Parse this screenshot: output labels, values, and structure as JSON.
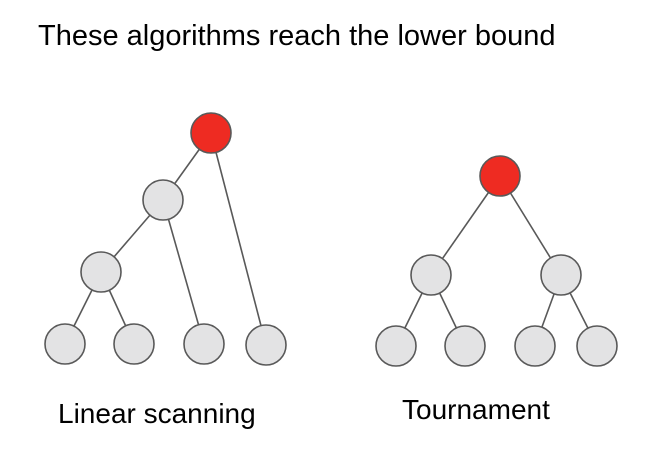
{
  "title": "These algorithms reach the lower bound",
  "colors": {
    "highlight_node": "#ee2b22",
    "plain_node": "#e3e3e4"
  },
  "diagrams": [
    {
      "caption": "Linear scanning",
      "shape": "caterpillar tree",
      "root_highlighted": true
    },
    {
      "caption": "Tournament",
      "shape": "balanced binary tree",
      "root_highlighted": true
    }
  ]
}
